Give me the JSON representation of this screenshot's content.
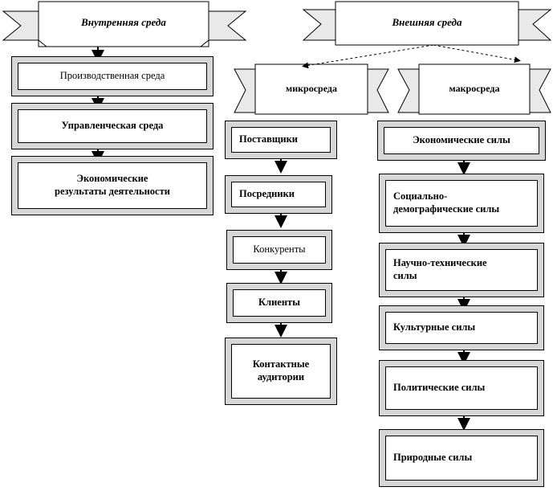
{
  "internal": {
    "title": "Внутренняя среда",
    "items": [
      "Производственная среда",
      "Управленческая среда",
      "Экономические\nрезультаты деятельности"
    ]
  },
  "external": {
    "title": "Внешняя среда",
    "micro": {
      "title": "микросреда",
      "items": [
        "Поставщики",
        "Посредники",
        "Конкуренты",
        "Клиенты",
        "Контактные\nаудитории"
      ]
    },
    "macro": {
      "title": "макросреда",
      "items": [
        "Экономические силы",
        "Социально-\nдемографические силы",
        "Научно-технические\nсилы",
        "Культурные силы",
        "Политические силы",
        "Природные силы"
      ]
    }
  }
}
